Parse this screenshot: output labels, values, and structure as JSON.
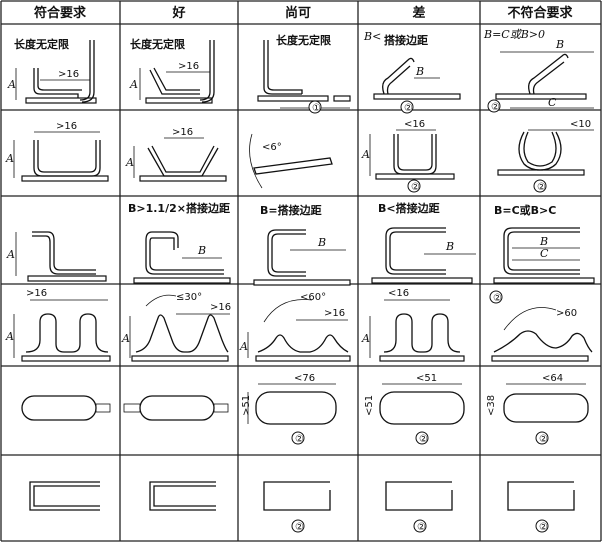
{
  "headers": [
    "符合要求",
    "好",
    "尚可",
    "差",
    "不符合要求"
  ],
  "row1": {
    "c1_note": "长度无定限",
    "c1_dim": ">16",
    "c1_a": "A",
    "c2_note": "长度无定限",
    "c2_dim": ">16",
    "c2_a": "A",
    "c3_note": "长度无定限",
    "c3_mark": "①",
    "c4_note_prefix": "B<",
    "c4_note": "搭接边距",
    "c4_b": "B",
    "c4_mark": "②",
    "c5_note": "B=C或B>0",
    "c5_b": "B",
    "c5_c": "C",
    "c5_mark": "②"
  },
  "row2": {
    "c1_dim": ">16",
    "c1_a": "A",
    "c2_dim": ">16",
    "c2_a": "A",
    "c3_angle": "<6°",
    "c4_dim": "<16",
    "c4_a": "A",
    "c4_mark": "②",
    "c5_dim": "<10",
    "c5_mark": "②"
  },
  "row3": {
    "c1_a": "A",
    "c2_note": "B>1.1/2×搭接边距",
    "c2_b": "B",
    "c3_note": "B=搭接边距",
    "c3_b": "B",
    "c4_note": "B<搭接边距",
    "c4_b": "B",
    "c5_note": "B=C或B>C",
    "c5_b": "B",
    "c5_c": "C"
  },
  "row4": {
    "c1_dim": ">16",
    "c1_a": "A",
    "c2_angle": "≤30°",
    "c2_dim": ">16",
    "c2_a": "A",
    "c3_angle": "<60°",
    "c3_dim": ">16",
    "c3_a": "A",
    "c4_dim": "<16",
    "c4_a": "A",
    "c5_mark": "②",
    "c5_angle": ">60"
  },
  "row5": {
    "c3_w": "<76",
    "c3_h": ">51",
    "c3_mark": "②",
    "c4_w": "<51",
    "c4_h": "<51",
    "c4_mark": "②",
    "c5_w": "<64",
    "c5_h": "<38",
    "c5_mark": "②"
  },
  "row6": {
    "c3_mark": "②",
    "c4_mark": "②",
    "c5_mark": "②"
  }
}
